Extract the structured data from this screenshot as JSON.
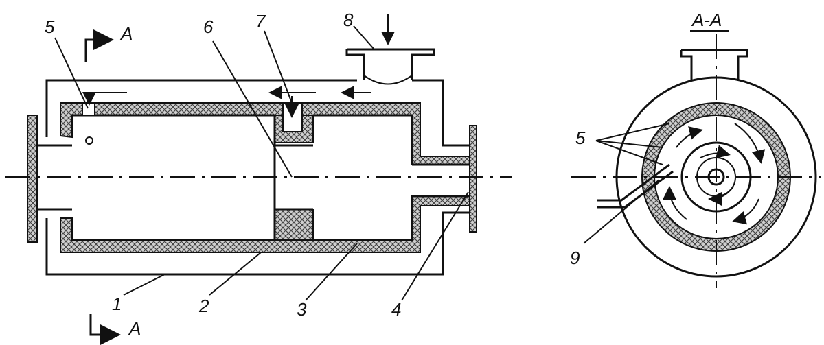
{
  "labels": {
    "n1": "1",
    "n2": "2",
    "n3": "3",
    "n4": "4",
    "n5": "5",
    "n6": "6",
    "n7": "7",
    "n8": "8",
    "n9": "9",
    "n5_section": "5",
    "section_mark_top": "A",
    "section_mark_bottom": "A",
    "section_title": "A-A"
  },
  "colors": {
    "line": "#111111",
    "insulation_fill": "#cfcfcf",
    "insulation_hatch": "#444444",
    "background": "#ffffff"
  }
}
